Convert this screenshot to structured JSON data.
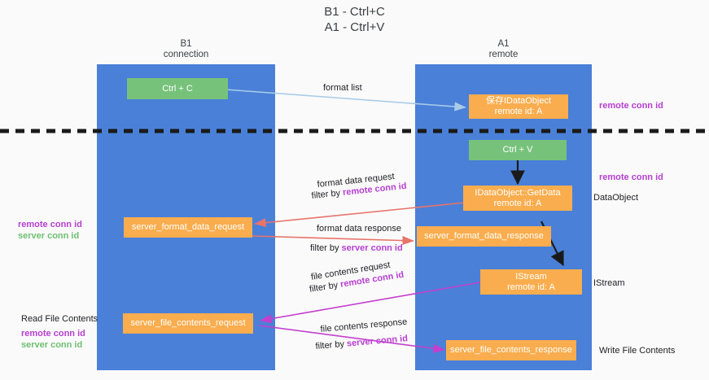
{
  "title": {
    "line1": "B1 - Ctrl+C",
    "line2": "A1 - Ctrl+V"
  },
  "columns": [
    {
      "name": "B1",
      "sub": "connection"
    },
    {
      "name": "A1",
      "sub": "remote"
    }
  ],
  "nodes": {
    "ctrl_c": "Ctrl + C",
    "save_dataobject_l1": "保存IDataObject",
    "save_dataobject_l2": "remote id: A",
    "ctrl_v": "Ctrl + V",
    "getdata_l1": "IDataObject::GetData",
    "getdata_l2": "remote id: A",
    "server_format_data_request": "server_format_data_request",
    "server_format_data_response": "server_format_data_response",
    "istream_l1": "IStream",
    "istream_l2": "remote id: A",
    "server_file_contents_request": "server_file_contents_request",
    "server_file_contents_response": "server_file_contents_response"
  },
  "edge_labels": {
    "format_list": "format list",
    "format_data_request": "format data request",
    "format_data_request_filter_prefix": "filter by ",
    "format_data_request_filter_key": "remote conn id",
    "format_data_response": "format data response",
    "format_data_response_filter_prefix": "filter by ",
    "format_data_response_filter_key": "server conn id",
    "file_contents_request": "file contents request",
    "file_contents_request_filter_prefix": "filter by ",
    "file_contents_request_filter_key": "remote conn id",
    "file_contents_response": "file contents response",
    "file_contents_response_filter_prefix": "filter by ",
    "file_contents_response_filter_key": "server conn id"
  },
  "annotations": {
    "right_remote_conn_id_top": "remote conn id",
    "right_remote_conn_id_mid": "remote conn id",
    "right_dataobject": "DataObject",
    "right_istream": "IStream",
    "right_write_file_contents": "Write File Contents",
    "left_remote_conn_id_mid": "remote conn id",
    "left_server_conn_id_mid": "server conn id",
    "left_read_file_contents": "Read File Contents",
    "left_remote_conn_id_bottom": "remote conn id",
    "left_server_conn_id_bottom": "server conn id"
  },
  "colors": {
    "lane": "#4a80d8",
    "node_green": "#77c27b",
    "node_orange": "#f9ad4e",
    "accent_purple": "#b63fd1",
    "accent_green": "#6ec071",
    "arrow_light_blue": "#a9cbe8",
    "arrow_red": "#e8736a",
    "arrow_magenta": "#c43fce",
    "arrow_black": "#1a1a1a",
    "divider": "#1a1a1a",
    "background": "#fafafa"
  }
}
